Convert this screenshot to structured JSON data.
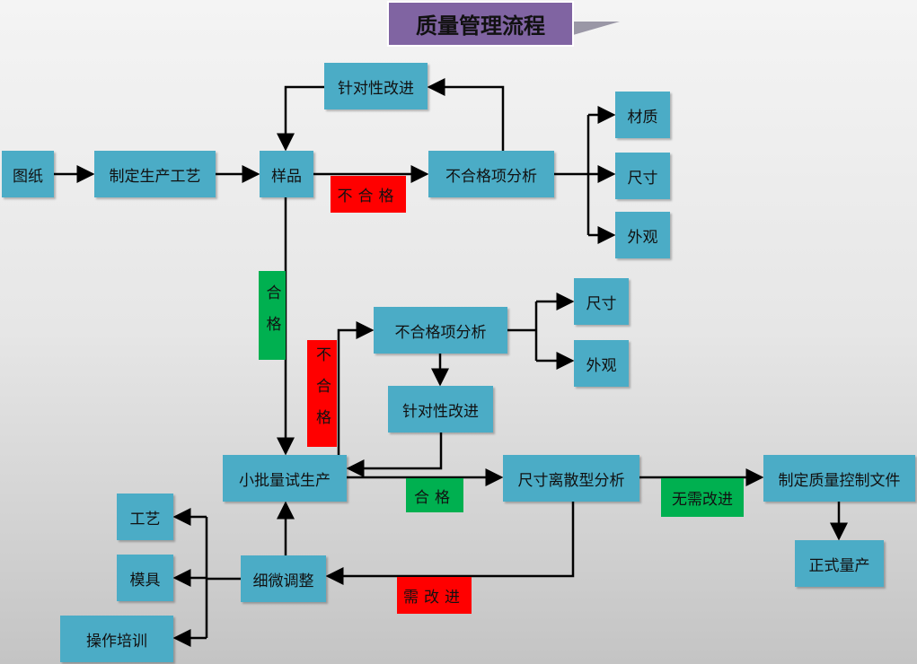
{
  "title": "质量管理流程",
  "nodes": {
    "drawing": "图纸",
    "process_plan": "制定生产工艺",
    "sample": "样品",
    "improve_top": "针对性改进",
    "defect_analysis_top": "不合格项分析",
    "material": "材质",
    "size_top": "尺寸",
    "appearance_top": "外观",
    "defect_analysis_mid": "不合格项分析",
    "size_mid": "尺寸",
    "appearance_mid": "外观",
    "improve_mid": "针对性改进",
    "pilot_production": "小批量试生产",
    "dispersion_analysis": "尺寸离散型分析",
    "qc_document": "制定质量控制文件",
    "mass_production": "正式量产",
    "fine_tuning": "细微调整",
    "craft": "工艺",
    "mold": "模具",
    "operator_training": "操作培训"
  },
  "labels": {
    "fail_top": "不合格",
    "pass_vertical": "合格",
    "fail_vertical": "不合格",
    "pass_mid": "合格",
    "no_improve": "无需改进",
    "need_improve": "需改进"
  },
  "colors": {
    "box": "#4BACC6",
    "fail": "#FF0000",
    "pass": "#00B050",
    "title": "#8064A2"
  }
}
